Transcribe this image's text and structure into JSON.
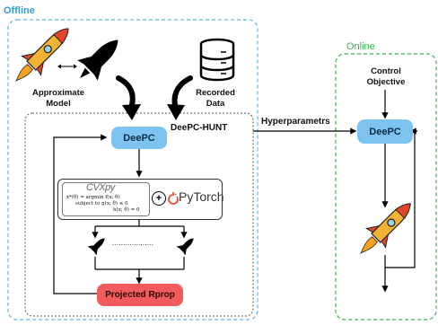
{
  "offline": {
    "label": "Offline",
    "border_color": "#5fb4e6",
    "label_color": "#2e9be0",
    "approximate_model_label": "Approximate\nModel",
    "recorded_data_label": "Recorded\nData",
    "deepc_hunt": {
      "title": "DeePC-HUNT",
      "deepc_label": "DeePC",
      "cvxpy": {
        "logo_text": "CVXpy",
        "line1": "x*(θ) = argmin f(x; θ)",
        "line2": "subject to  g(x; θ) ≤ 0",
        "line3": "h(x; θ) = 0"
      },
      "plus_symbol": "+",
      "pytorch_label": "PyTorch",
      "dots": "...................",
      "projected_rprop_label": "Projected Rprop"
    }
  },
  "online": {
    "label": "Online",
    "border_color": "#2eb84a",
    "label_color": "#2eb84a",
    "control_objective_label": "Control\nObjective",
    "deepc_label": "DeePC"
  },
  "hyperparameters_label": "Hyperparametrs",
  "colors": {
    "deepc_fill": "#7cc4ef",
    "rprop_fill": "#f25b5b",
    "pytorch_orange": "#ee4c2c",
    "rocket_body": "#f2b234",
    "rocket_red": "#e2452a"
  },
  "icons": {
    "rocket_color": "rocket-icon",
    "rocket_black": "rocket-silhouette-icon",
    "database": "database-icon",
    "double_arrow": "double-arrow-icon",
    "curved_arrow": "curved-arrow-icon",
    "pytorch_flame": "pytorch-flame-icon"
  }
}
